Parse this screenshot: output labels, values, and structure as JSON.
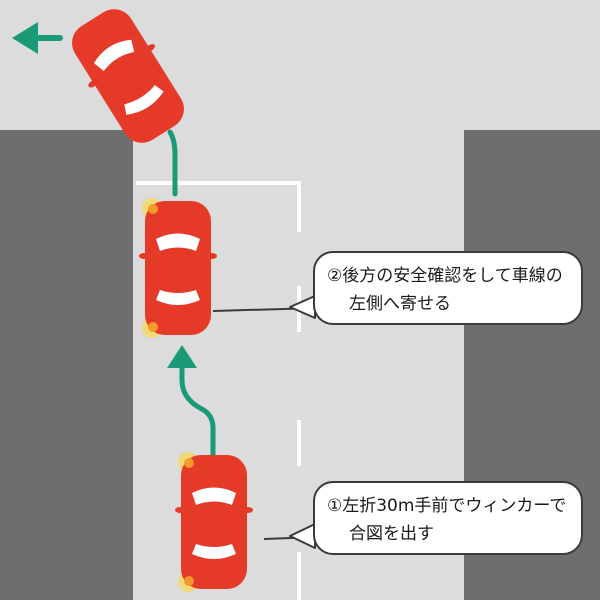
{
  "colors": {
    "background": "#dcdcdc",
    "building": "#6e6e6e",
    "lane_line": "#ffffff",
    "car_body": "#e63a29",
    "car_window": "#ffffff",
    "turn_signal": "#f4d86a",
    "arrow": "#1a9a77",
    "callout_border": "#3a3a3a",
    "callout_fill": "#ffffff"
  },
  "steps": [
    {
      "line1": "①左折30m手前でウィンカーで",
      "line2": "合図を出す"
    },
    {
      "line1": "②後方の安全確認をして車線の",
      "line2": "左側へ寄せる"
    }
  ],
  "icons": {
    "car": "car-top-view-icon",
    "direction": "arrow-icon",
    "signal": "turn-signal-glow-icon"
  }
}
